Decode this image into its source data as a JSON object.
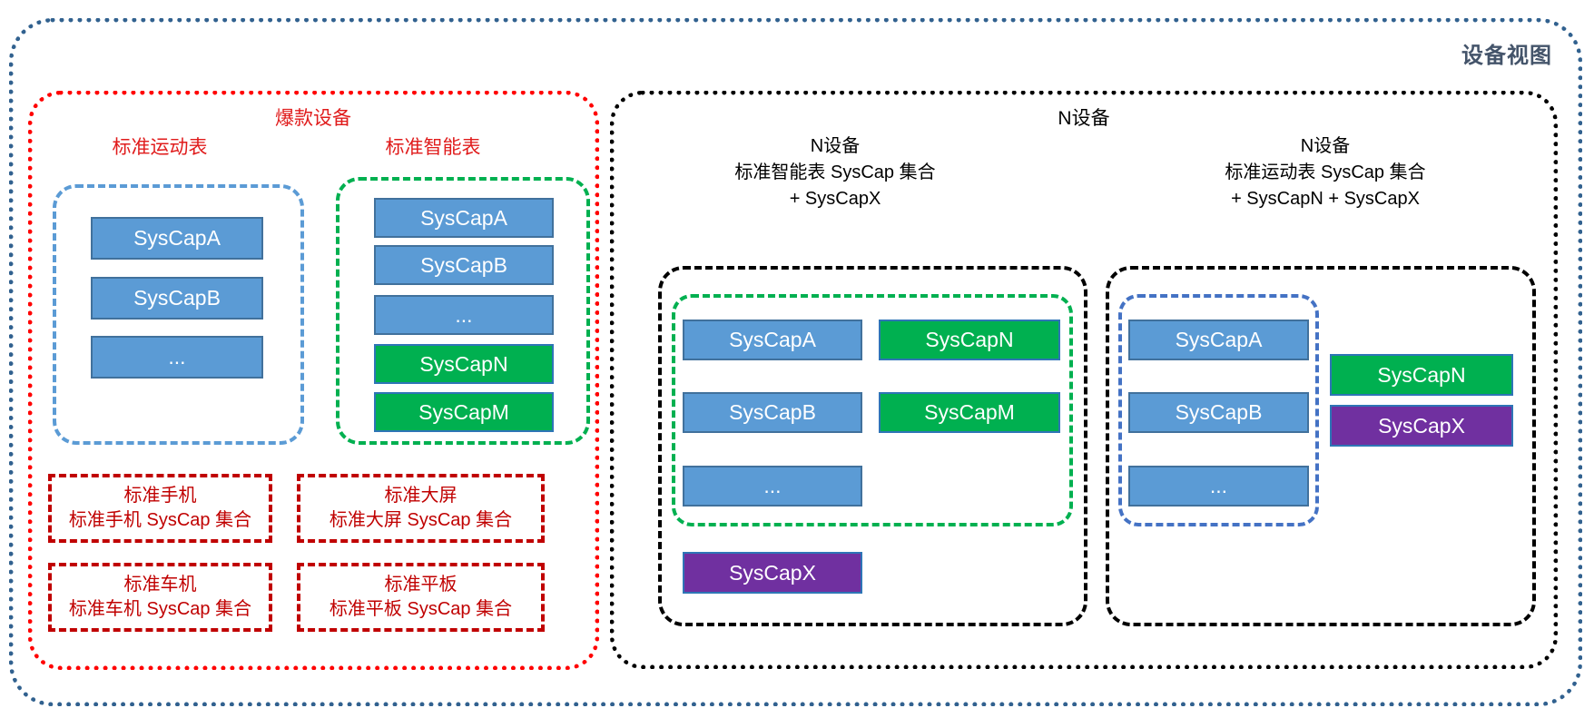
{
  "view_label": "设备视图",
  "hot": {
    "title": "爆款设备",
    "sport": {
      "label": "标准运动表",
      "caps": [
        "SysCapA",
        "SysCapB",
        "..."
      ]
    },
    "smart": {
      "label": "标准智能表",
      "caps": [
        "SysCapA",
        "SysCapB",
        "...",
        "SysCapN",
        "SysCapM"
      ]
    },
    "devices": [
      {
        "name": "标准手机",
        "set": "标准手机 SysCap 集合"
      },
      {
        "name": "标准大屏",
        "set": "标准大屏 SysCap 集合"
      },
      {
        "name": "标准车机",
        "set": "标准车机 SysCap 集合"
      },
      {
        "name": "标准平板",
        "set": "标准平板 SysCap 集合"
      }
    ]
  },
  "ndevice": {
    "title": "N设备",
    "smart_variant": {
      "subtitle": [
        "N设备",
        "标准智能表 SysCap 集合",
        "+ SysCapX"
      ],
      "base_caps": [
        "SysCapA",
        "SysCapB",
        "..."
      ],
      "added_caps": [
        "SysCapN",
        "SysCapM"
      ],
      "extra_cap": "SysCapX"
    },
    "sport_variant": {
      "subtitle": [
        "N设备",
        "标准运动表 SysCap 集合",
        "+ SysCapN + SysCapX"
      ],
      "base_caps": [
        "SysCapA",
        "SysCapB",
        "..."
      ],
      "added_green_cap": "SysCapN",
      "added_purple_cap": "SysCapX"
    }
  },
  "colors": {
    "cap_blue_fill": "#5B9BD5",
    "cap_blue_border": "#41719C",
    "cap_green_fill": "#00B050",
    "cap_purple_fill": "#7030A0",
    "dashed_blue_light": "#5B9BD5",
    "dashed_blue_royal": "#4472C4",
    "dashed_green": "#00B050",
    "dotted_red": "#FF0000",
    "dark_red": "#C00000",
    "outer_dotted_blue": "#31618F",
    "view_label_color": "#44546A",
    "black": "#000000"
  }
}
